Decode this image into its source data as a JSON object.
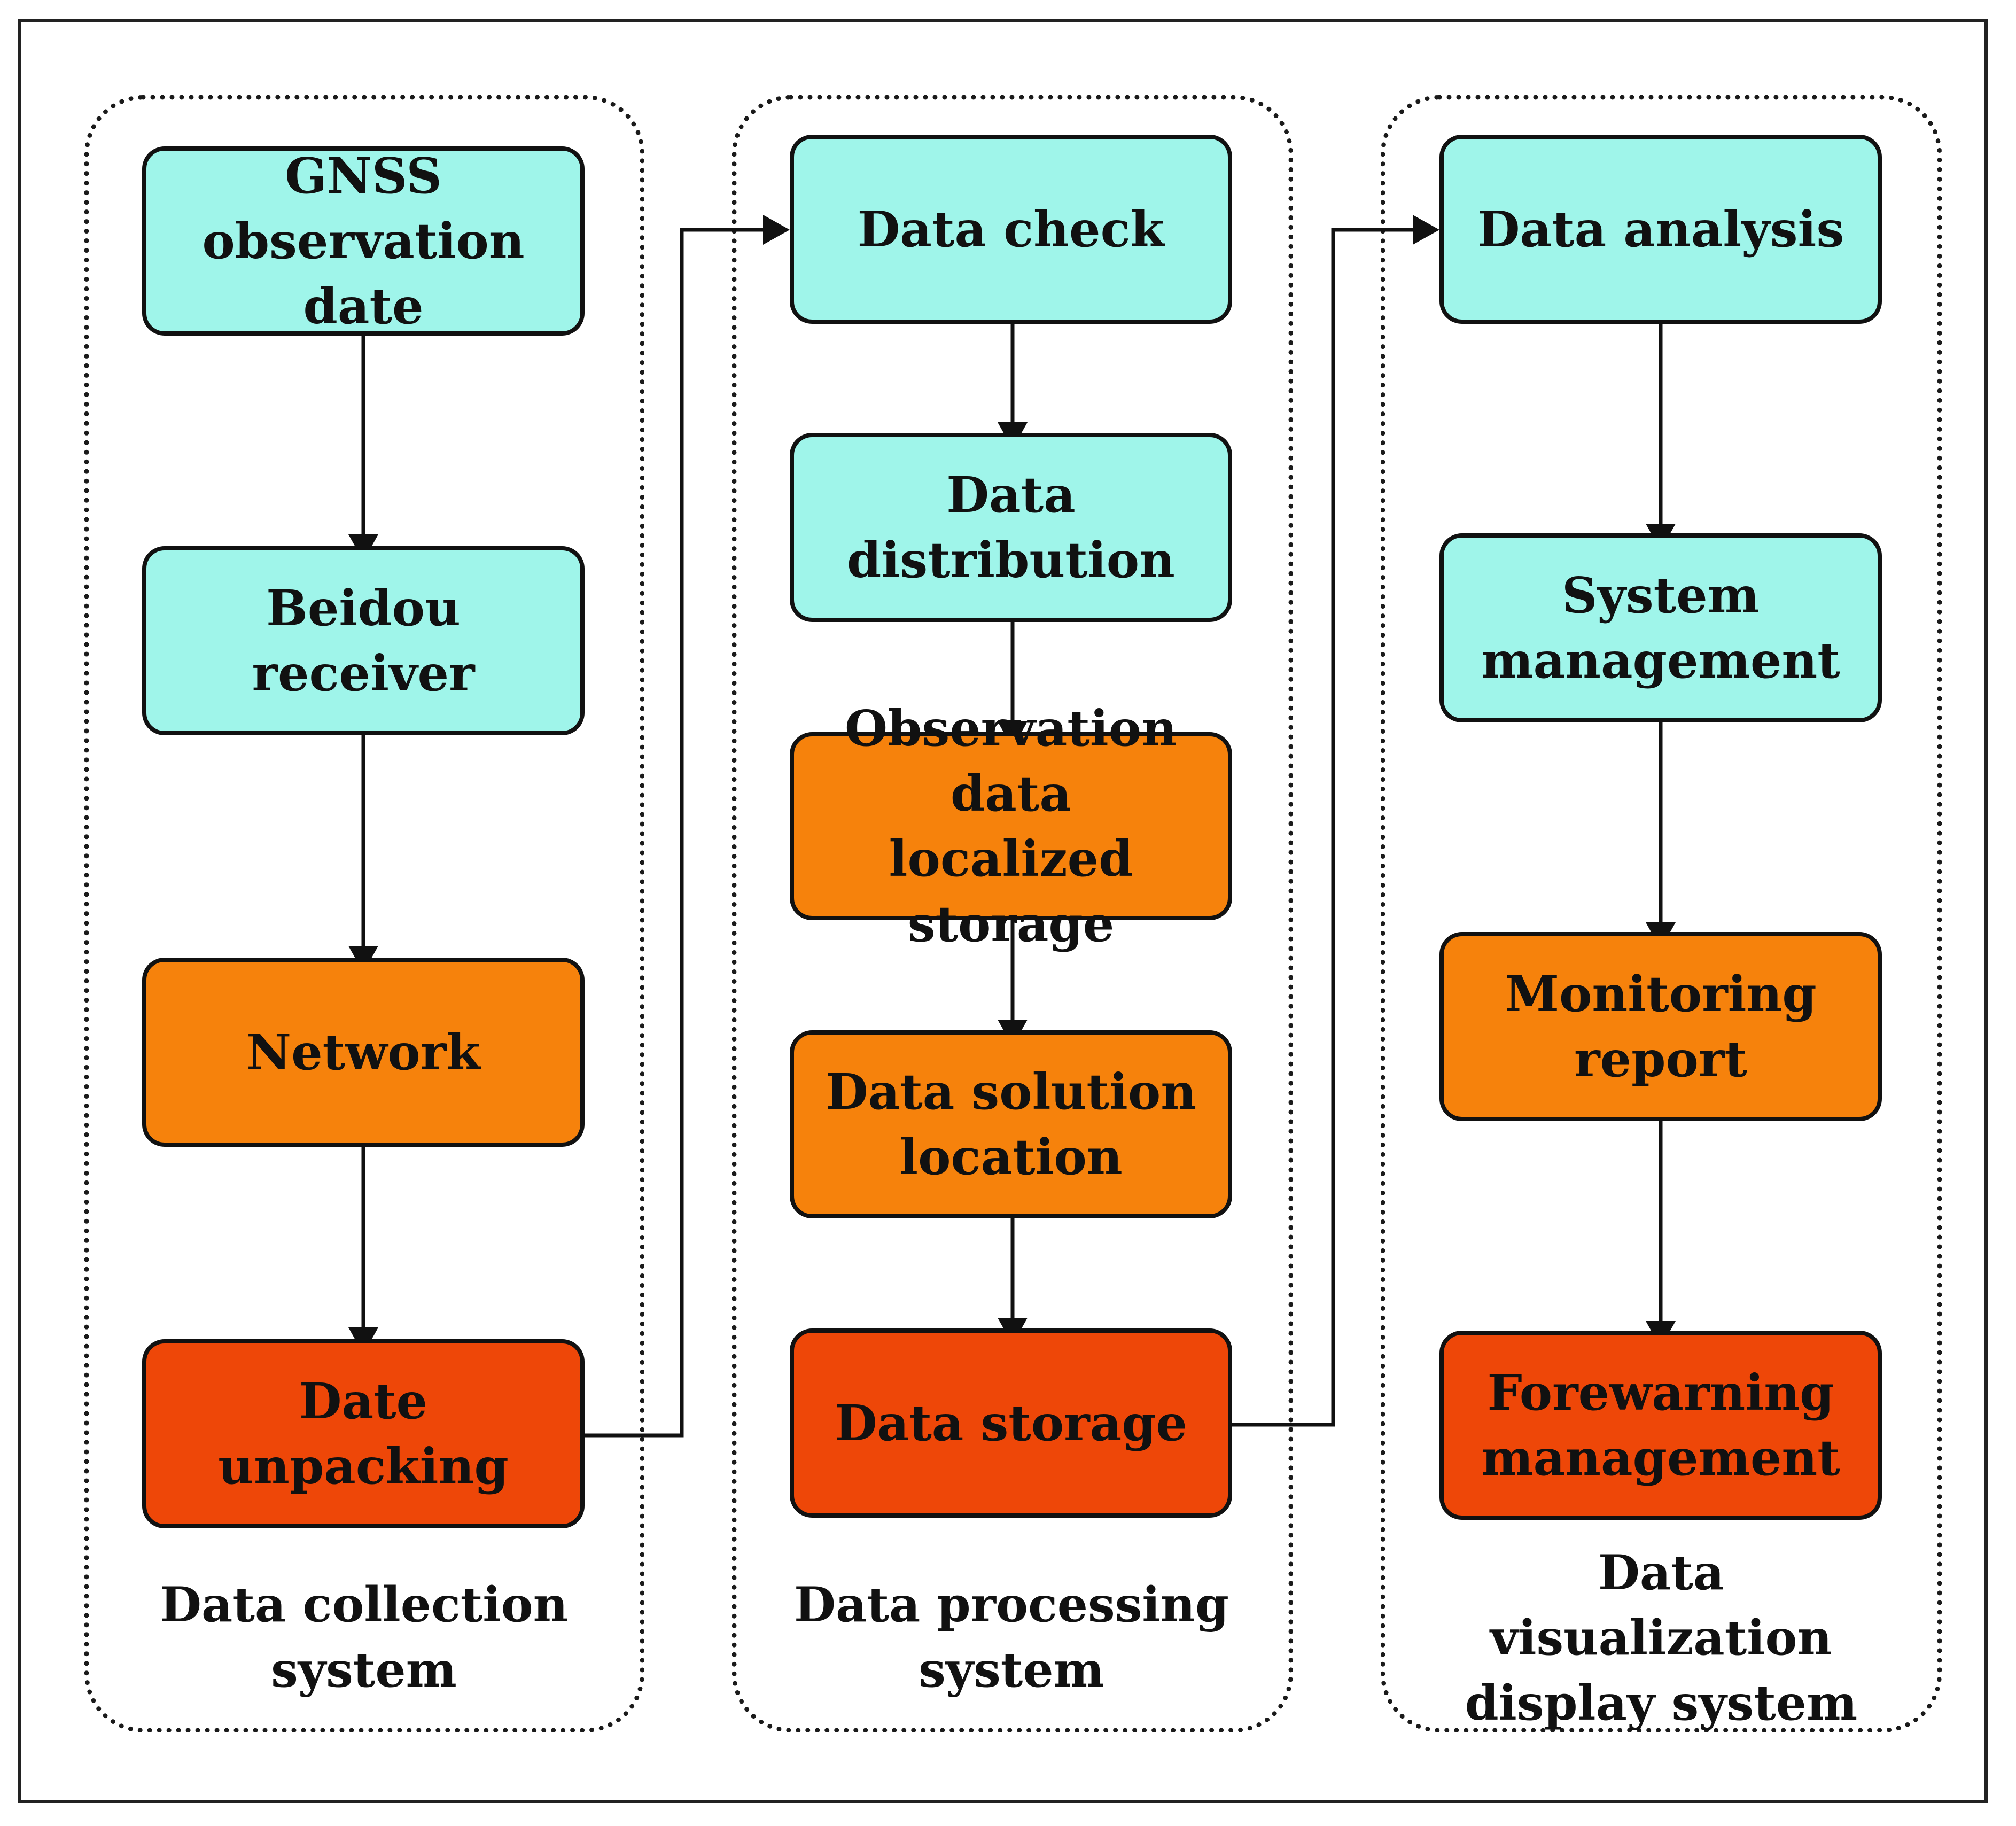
{
  "groups": {
    "collection": {
      "label": "Data collection\nsystem",
      "nodes": {
        "gnss": "GNSS\nobservation date",
        "beidou": "Beidou\nreceiver",
        "network": "Network",
        "unpacking": "Date\nunpacking"
      }
    },
    "processing": {
      "label": "Data processing\nsystem",
      "nodes": {
        "check": "Data check",
        "distribution": "Data distribution",
        "localized": "Observation data\nlocalized storage",
        "solution": "Data solution\nlocation",
        "storage": "Data storage"
      }
    },
    "visualization": {
      "label": "Data\nvisualization\ndisplay system",
      "nodes": {
        "analysis": "Data analysis",
        "management": "System\nmanagement",
        "report": "Monitoring\nreport",
        "forewarning": "Forewarning\nmanagement"
      }
    }
  },
  "colors": {
    "cyan": "#9ff5ea",
    "orange": "#f6820c",
    "red": "#ee4708",
    "stroke": "#111111"
  }
}
